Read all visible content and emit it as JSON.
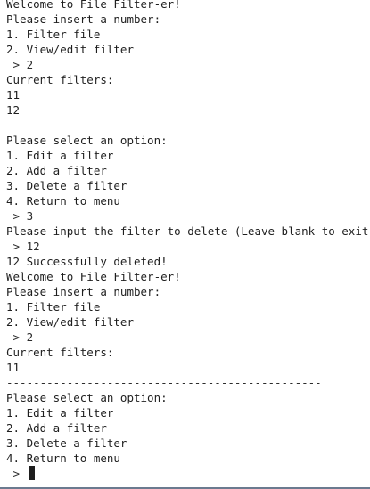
{
  "terminal": {
    "lines": [
      {
        "text": "Welcome to File Filter-er!",
        "kind": "normal"
      },
      {
        "text": "Please insert a number:",
        "kind": "normal"
      },
      {
        "text": "1. Filter file",
        "kind": "normal"
      },
      {
        "text": "2. View/edit filter",
        "kind": "normal"
      },
      {
        "text": " > 2",
        "kind": "prompt"
      },
      {
        "text": "Current filters:",
        "kind": "normal"
      },
      {
        "text": "11",
        "kind": "normal"
      },
      {
        "text": "12",
        "kind": "normal"
      },
      {
        "text": "-----------------------------------------------",
        "kind": "separator"
      },
      {
        "text": "Please select an option:",
        "kind": "normal"
      },
      {
        "text": "1. Edit a filter",
        "kind": "normal"
      },
      {
        "text": "2. Add a filter",
        "kind": "normal"
      },
      {
        "text": "3. Delete a filter",
        "kind": "normal"
      },
      {
        "text": "4. Return to menu",
        "kind": "normal"
      },
      {
        "text": " > 3",
        "kind": "prompt"
      },
      {
        "text": "Please input the filter to delete (Leave blank to exit)",
        "kind": "normal"
      },
      {
        "text": " > 12",
        "kind": "prompt"
      },
      {
        "text": "12 Successfully deleted!",
        "kind": "normal"
      },
      {
        "text": "Welcome to File Filter-er!",
        "kind": "normal"
      },
      {
        "text": "Please insert a number:",
        "kind": "normal"
      },
      {
        "text": "1. Filter file",
        "kind": "normal"
      },
      {
        "text": "2. View/edit filter",
        "kind": "normal"
      },
      {
        "text": " > 2",
        "kind": "prompt"
      },
      {
        "text": "Current filters:",
        "kind": "normal"
      },
      {
        "text": "11",
        "kind": "normal"
      },
      {
        "text": "-----------------------------------------------",
        "kind": "separator"
      },
      {
        "text": "Please select an option:",
        "kind": "normal"
      },
      {
        "text": "1. Edit a filter",
        "kind": "normal"
      },
      {
        "text": "2. Add a filter",
        "kind": "normal"
      },
      {
        "text": "3. Delete a filter",
        "kind": "normal"
      },
      {
        "text": "4. Return to menu",
        "kind": "normal"
      }
    ],
    "input_prompt": " > ",
    "colors": {
      "background": "#ffffff",
      "text": "#1e1e1e",
      "cursor": "#1e1e1e"
    }
  }
}
